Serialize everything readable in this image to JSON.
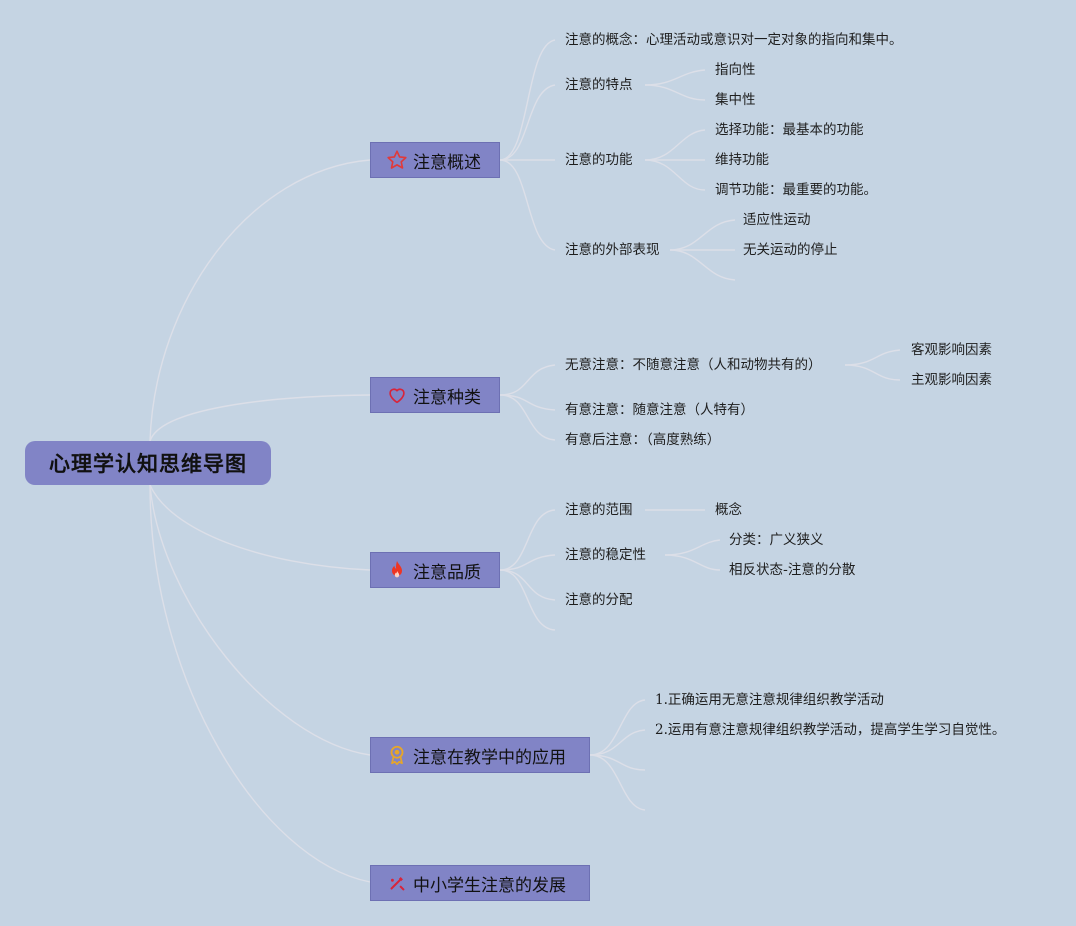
{
  "root": {
    "label": "心理学认知思维导图"
  },
  "branches": [
    {
      "label": "注意概述",
      "icon": "star-icon",
      "children": [
        {
          "label": "注意的概念：心理活动或意识对一定对象的指向和集中。"
        },
        {
          "label": "注意的特点",
          "children": [
            "指向性",
            "集中性"
          ]
        },
        {
          "label": "注意的功能",
          "children": [
            "选择功能：最基本的功能",
            "维持功能",
            "调节功能：最重要的功能。"
          ]
        },
        {
          "label": "注意的外部表现",
          "children": [
            "适应性运动",
            "无关运动的停止"
          ]
        }
      ]
    },
    {
      "label": "注意种类",
      "icon": "heart-icon",
      "children": [
        {
          "label": "无意注意：不随意注意（人和动物共有的）",
          "children": [
            "客观影响因素",
            "主观影响因素"
          ]
        },
        {
          "label": "有意注意：随意注意（人特有）"
        },
        {
          "label": "有意后注意：（高度熟练）"
        }
      ]
    },
    {
      "label": "注意品质",
      "icon": "flame-icon",
      "children": [
        {
          "label": "注意的范围",
          "children": [
            "概念"
          ]
        },
        {
          "label": "注意的稳定性",
          "children": [
            "分类：广义狭义",
            "相反状态-注意的分散"
          ]
        },
        {
          "label": "注意的分配"
        }
      ]
    },
    {
      "label": "注意在教学中的应用",
      "icon": "award-icon",
      "children": [
        {
          "label": "1.正确运用无意注意规律组织教学活动"
        },
        {
          "label": "2.运用有意注意规律组织教学活动，提高学生学习自觉性。"
        }
      ]
    },
    {
      "label": "中小学生注意的发展",
      "icon": "tools-icon",
      "children": []
    }
  ],
  "colors": {
    "background": "#c5d4e3",
    "node_fill": "#8184c6",
    "connector": "#dcdfe8",
    "star": "#e03a3a",
    "heart": "#d8243a",
    "flame": "#ee3524",
    "award": "#e8a628",
    "tools": "#d8243a"
  }
}
